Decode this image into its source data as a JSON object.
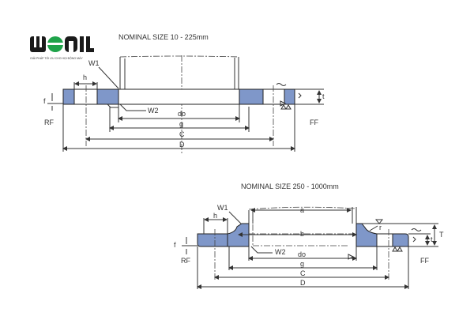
{
  "logo": {
    "text": "WONIL",
    "tagline": "GIẢI PHÁP TỐI ƯU CHO HỌI ĐỘNG MÁY",
    "green": "#1fa34a"
  },
  "colors": {
    "flange_fill": "#7f97c9",
    "line": "#333333"
  },
  "top_drawing": {
    "title": "NOMINAL SIZE 10 - 225mm",
    "labels": {
      "W1": "W1",
      "W2": "W2",
      "h": "h",
      "f": "f",
      "RF": "RF",
      "FF": "FF",
      "t": "t",
      "do": "do",
      "g": "g",
      "C": "C",
      "D": "D"
    }
  },
  "bottom_drawing": {
    "title": "NOMINAL SIZE 250 - 1000mm",
    "labels": {
      "W1": "W1",
      "W2": "W2",
      "h": "h",
      "f": "f",
      "RF": "RF",
      "FF": "FF",
      "t": "t",
      "T": "T",
      "a": "a",
      "b": "b",
      "r": "r",
      "do": "do",
      "g": "g",
      "C": "C",
      "D": "D"
    }
  }
}
